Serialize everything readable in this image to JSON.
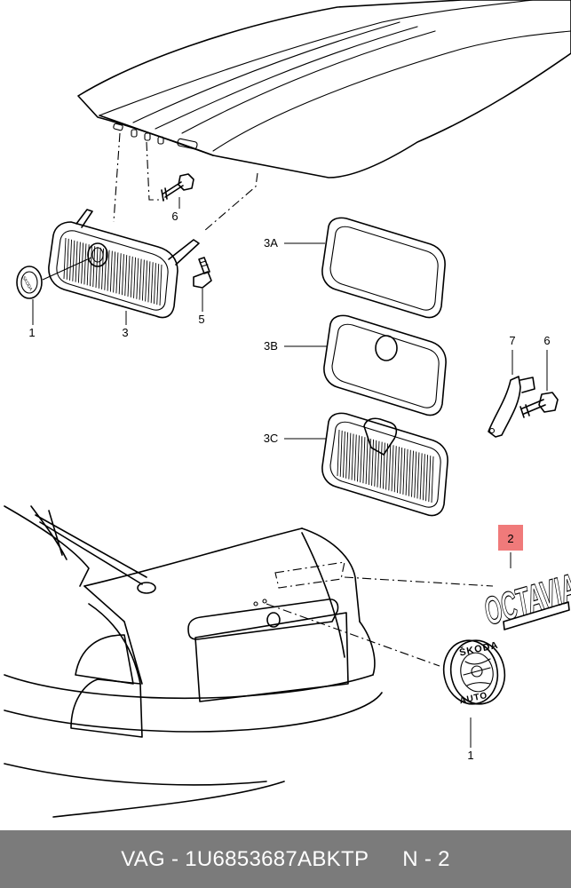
{
  "diagram": {
    "callouts": {
      "c1_left": "1",
      "c3": "3",
      "c5": "5",
      "c6_top": "6",
      "c3a": "3A",
      "c3b": "3B",
      "c3c": "3C",
      "c7": "7",
      "c6_right": "6",
      "c2": "2",
      "c1_bottom": "1"
    },
    "highlight_color": "#f07a7a",
    "badge_small_text": "SKODA",
    "badge_top_text": "ŠKODA",
    "badge_bottom_text": "AUTO",
    "emblem_text": "OCTAVIA"
  },
  "footer": {
    "brand_part": "VAG - 1U6853687ABKTP",
    "page_ref": "N - 2"
  }
}
